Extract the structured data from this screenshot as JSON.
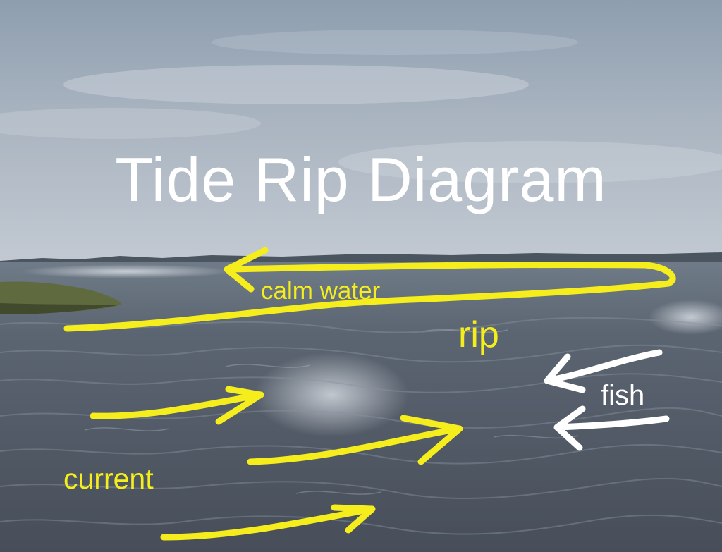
{
  "diagram": {
    "title": "Tide Rip Diagram",
    "labels": {
      "calm_water": "calm water",
      "rip": "rip",
      "fish": "fish",
      "current": "current"
    },
    "colors": {
      "title": "#ffffff",
      "current_arrows": "#f5ee1c",
      "calm_water_arrow": "#f5ee1c",
      "fish_arrows": "#ffffff",
      "calm_label": "#f5ee1c",
      "rip_label": "#f5ee1c",
      "current_label": "#f5ee1c",
      "fish_label": "#ffffff"
    }
  }
}
